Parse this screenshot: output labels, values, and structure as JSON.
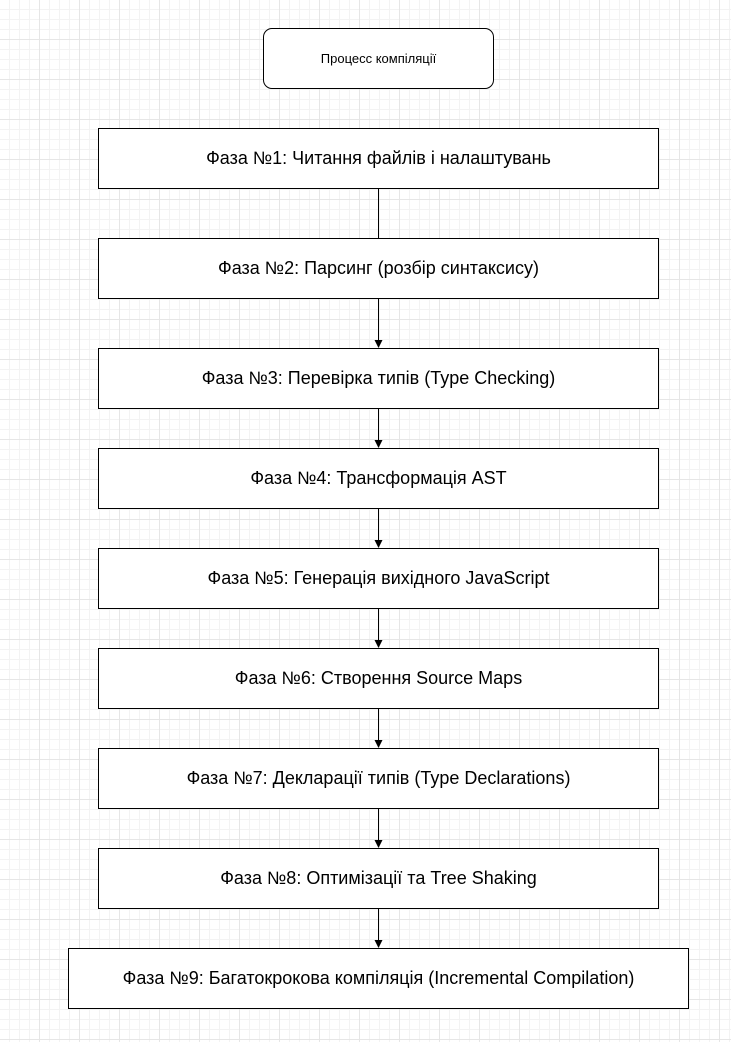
{
  "diagram": {
    "title": "Процесс компіляції",
    "phases": [
      "Фаза №1: Читання файлів і налаштувань",
      "Фаза №2: Парсинг (розбір синтаксису)",
      "Фаза №3: Перевірка типів (Type Checking)",
      "Фаза №4: Трансформація AST",
      "Фаза №5: Генерація вихідного JavaScript",
      "Фаза №6: Створення Source Maps",
      "Фаза №7: Декларації типів (Type Declarations)",
      "Фаза №8: Оптимізації та Tree Shaking",
      "Фаза №9: Багатокрокова компіляція (Incremental Compilation)"
    ]
  }
}
